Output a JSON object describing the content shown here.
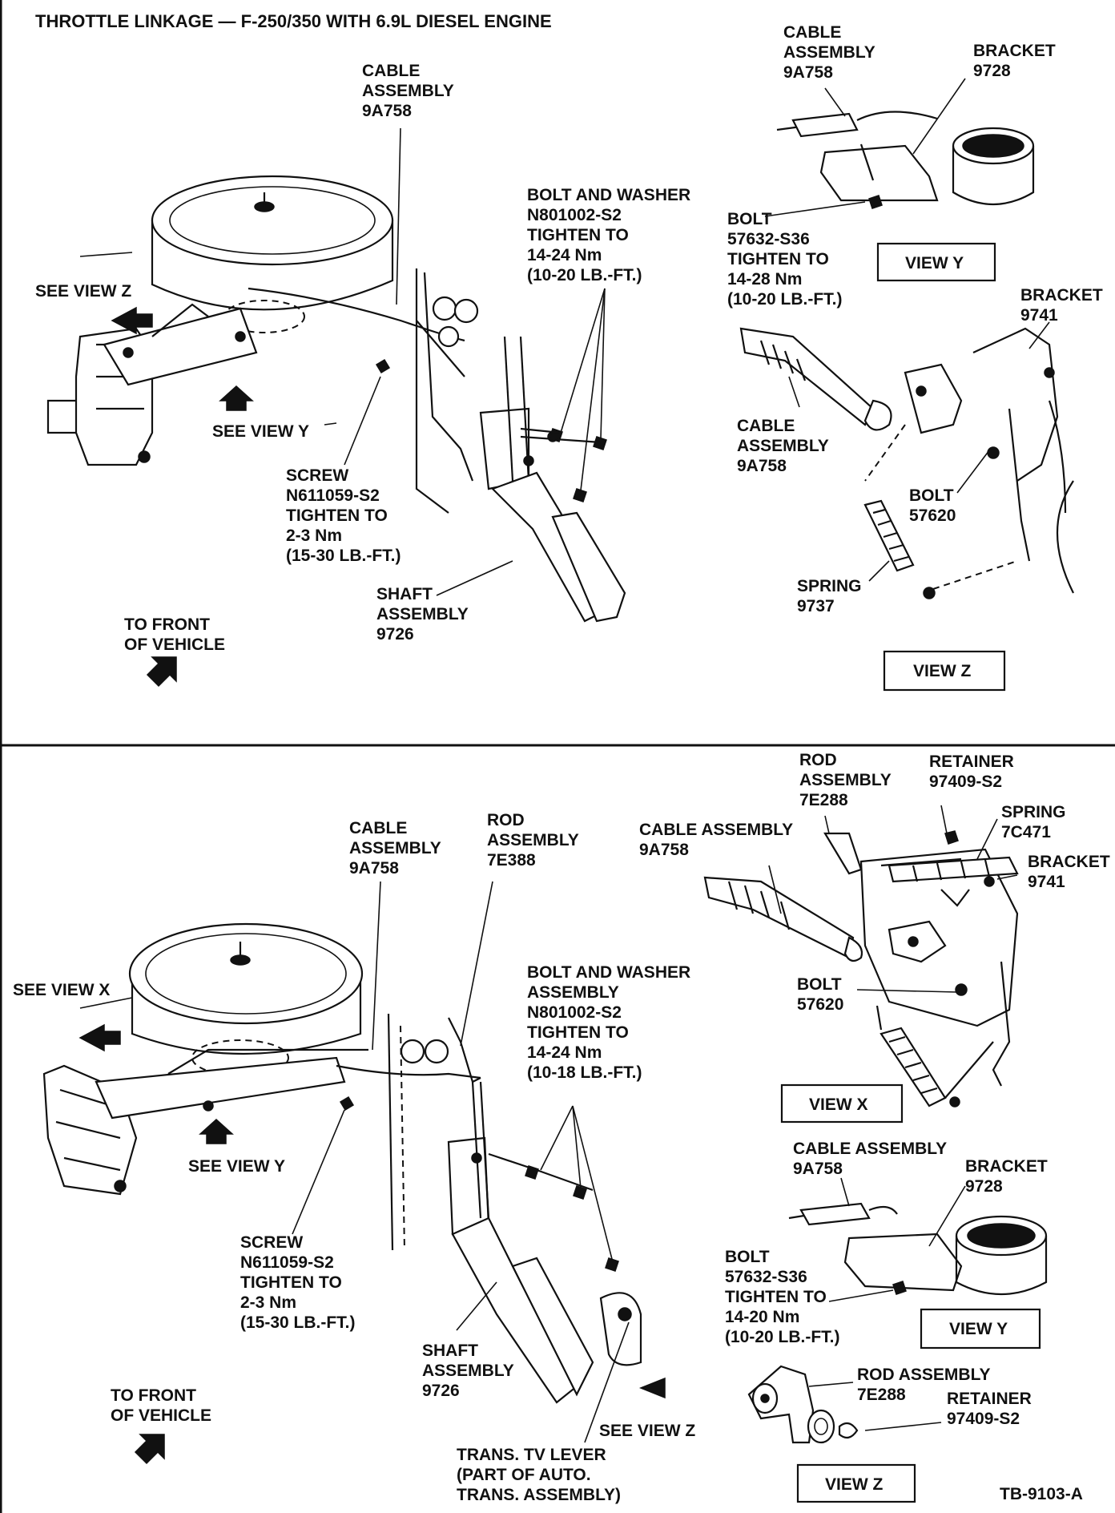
{
  "title": "THROTTLE LINKAGE — F-250/350 WITH 6.9L DIESEL ENGINE",
  "figure_id": "TB-9103-A",
  "top": {
    "cable_assembly": [
      "CABLE",
      "ASSEMBLY",
      "9A758"
    ],
    "bolt_washer": [
      "BOLT AND WASHER",
      "N801002-S2",
      "TIGHTEN TO",
      "14-24 Nm",
      "(10-20 LB.-FT.)"
    ],
    "see_view_z": "SEE VIEW Z",
    "see_view_y": "SEE VIEW Y",
    "screw": [
      "SCREW",
      "N611059-S2",
      "TIGHTEN TO",
      "2-3 Nm",
      "(15-30 LB.-FT.)"
    ],
    "shaft": [
      "SHAFT",
      "ASSEMBLY",
      "9726"
    ],
    "to_front": [
      "TO FRONT",
      "OF VEHICLE"
    ],
    "viewy_cable": [
      "CABLE",
      "ASSEMBLY",
      "9A758"
    ],
    "viewy_bracket": [
      "BRACKET",
      "9728"
    ],
    "viewy_bolt": [
      "BOLT",
      "57632-S36",
      "TIGHTEN TO",
      "14-28 Nm",
      "(10-20 LB.-FT.)"
    ],
    "view_y_box": "VIEW Y",
    "viewz_bracket": [
      "BRACKET",
      "9741"
    ],
    "viewz_cable": [
      "CABLE",
      "ASSEMBLY",
      "9A758"
    ],
    "viewz_bolt": [
      "BOLT",
      "57620"
    ],
    "viewz_spring": [
      "SPRING",
      "9737"
    ],
    "view_z_box": "VIEW Z"
  },
  "bottom": {
    "cable_assembly": [
      "CABLE",
      "ASSEMBLY",
      "9A758"
    ],
    "rod_assembly": [
      "ROD",
      "ASSEMBLY",
      "7E388"
    ],
    "bolt_washer": [
      "BOLT AND WASHER",
      "ASSEMBLY",
      "N801002-S2",
      "TIGHTEN TO",
      "14-24 Nm",
      "(10-18 LB.-FT.)"
    ],
    "see_view_x": "SEE VIEW X",
    "see_view_y": "SEE VIEW Y",
    "screw": [
      "SCREW",
      "N611059-S2",
      "TIGHTEN TO",
      "2-3 Nm",
      "(15-30 LB.-FT.)"
    ],
    "shaft": [
      "SHAFT",
      "ASSEMBLY",
      "9726"
    ],
    "to_front": [
      "TO FRONT",
      "OF VEHICLE"
    ],
    "see_view_z": "SEE VIEW Z",
    "trans_lever": [
      "TRANS. TV LEVER",
      "(PART OF AUTO.",
      "TRANS. ASSEMBLY)"
    ],
    "viewx_rod": [
      "ROD",
      "ASSEMBLY",
      "7E288"
    ],
    "viewx_retainer": [
      "RETAINER",
      "97409-S2"
    ],
    "viewx_spring": [
      "SPRING",
      "7C471"
    ],
    "viewx_cable": [
      "CABLE ASSEMBLY",
      "9A758"
    ],
    "viewx_bracket": [
      "BRACKET",
      "9741"
    ],
    "viewx_bolt": [
      "BOLT",
      "57620"
    ],
    "view_x_box": "VIEW X",
    "viewy_cable": [
      "CABLE ASSEMBLY",
      "9A758"
    ],
    "viewy_bracket": [
      "BRACKET",
      "9728"
    ],
    "viewy_bolt": [
      "BOLT",
      "57632-S36",
      "TIGHTEN TO",
      "14-20 Nm",
      "(10-20 LB.-FT.)"
    ],
    "view_y_box": "VIEW Y",
    "viewz_rod": [
      "ROD ASSEMBLY",
      "7E288"
    ],
    "viewz_retainer": [
      "RETAINER",
      "97409-S2"
    ],
    "view_z_box": "VIEW Z"
  }
}
